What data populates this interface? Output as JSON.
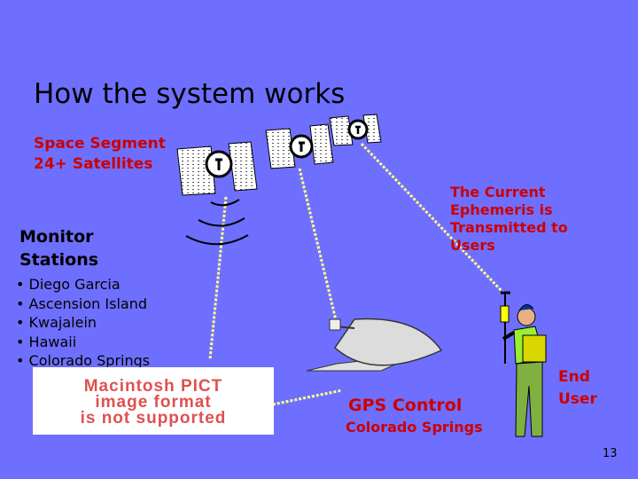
{
  "title": "How the system works",
  "space_segment": {
    "line1": "Space Segment",
    "line2": "24+ Satellites"
  },
  "monitor": {
    "line1": "Monitor",
    "line2": "Stations"
  },
  "stations": [
    "Diego Garcia",
    "Ascension Island",
    "Kwajalein",
    "Hawaii",
    "Colorado Springs"
  ],
  "ephemeris": "The Current Ephemeris is Transmitted to Users",
  "gps_control": {
    "label": "GPS Control",
    "location": "Colorado Springs"
  },
  "end_user": {
    "line1": "End",
    "line2": "User"
  },
  "pict_placeholder": {
    "line1": "Macintosh PICT",
    "line2": "image format",
    "line3": "is not supported"
  },
  "page_number": "13",
  "colors": {
    "background": "#6f6fff",
    "label_red": "#cc0000",
    "link_line": "#ffff88"
  }
}
